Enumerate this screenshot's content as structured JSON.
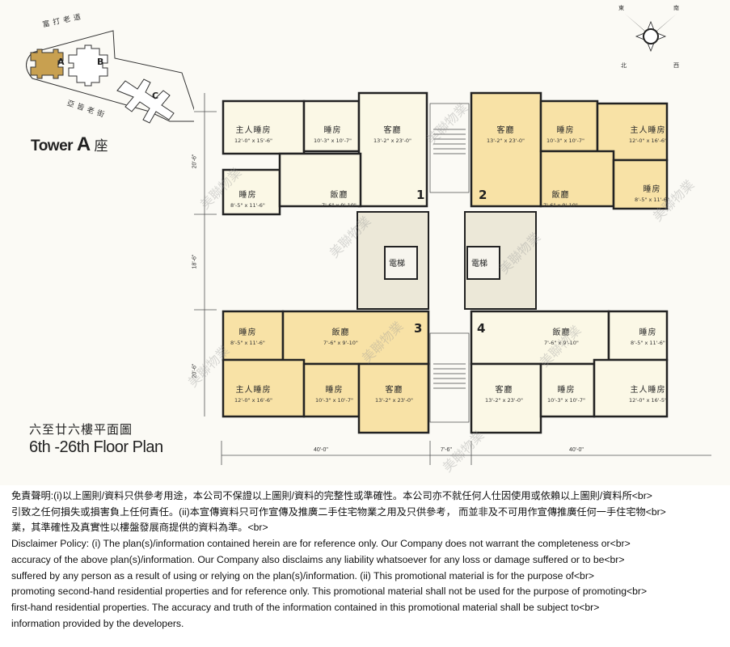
{
  "key_plan": {
    "street_top": "富打老道",
    "street_bottom": "亞皆老街",
    "towers": [
      "A",
      "B",
      "C"
    ],
    "highlighted_tower": "A"
  },
  "tower_label": {
    "prefix": "Tower",
    "letter": "A",
    "suffix": "座"
  },
  "compass": {
    "labels": [
      "東",
      "南",
      "西",
      "北"
    ]
  },
  "units": [
    {
      "number": "1",
      "rooms": [
        {
          "name": "主人睡房",
          "dim": "12'-0\" x 15'-6\""
        },
        {
          "name": "睡房",
          "dim": "10'-3\" x 10'-7\""
        },
        {
          "name": "客廳",
          "dim": "13'-2\" x 23'-0\""
        },
        {
          "name": "睡房",
          "dim": "8'-5\" x 11'-6\""
        },
        {
          "name": "飯廳",
          "dim": "7'-6\" x 9'-10\""
        }
      ]
    },
    {
      "number": "2",
      "rooms": [
        {
          "name": "客廳",
          "dim": "13'-2\" x 23'-0\""
        },
        {
          "name": "睡房",
          "dim": "10'-3\" x 10'-7\""
        },
        {
          "name": "主人睡房",
          "dim": "12'-0\" x 16'-6\""
        },
        {
          "name": "飯廳",
          "dim": "7'-6\" x 9'-10\""
        },
        {
          "name": "睡房",
          "dim": "8'-5\" x 11'-6\""
        }
      ]
    },
    {
      "number": "3",
      "rooms": [
        {
          "name": "睡房",
          "dim": "8'-5\" x 11'-6\""
        },
        {
          "name": "飯廳",
          "dim": "7'-6\" x 9'-10\""
        },
        {
          "name": "主人睡房",
          "dim": "12'-0\" x 16'-6\""
        },
        {
          "name": "睡房",
          "dim": "10'-3\" x 10'-7\""
        },
        {
          "name": "客廳",
          "dim": "13'-2\" x 23'-0\""
        }
      ]
    },
    {
      "number": "4",
      "rooms": [
        {
          "name": "飯廳",
          "dim": "7'-6\" x 9'-10\""
        },
        {
          "name": "睡房",
          "dim": "8'-5\" x 11'-6\""
        },
        {
          "name": "客廳",
          "dim": "13'-2\" x 23'-0\""
        },
        {
          "name": "睡房",
          "dim": "10'-3\" x 10'-7\""
        },
        {
          "name": "主人睡房",
          "dim": "12'-0\" x 16'-5\""
        }
      ]
    }
  ],
  "core": {
    "lift_left": "電梯",
    "lift_right": "電梯"
  },
  "dimensions": {
    "vertical": [
      "20'-6\"",
      "18'-6\"",
      "20'-6\""
    ],
    "horizontal": [
      "40'-0\"",
      "7'-6\"",
      "40'-0\""
    ]
  },
  "title": {
    "zh": "六至廿六樓平面圖",
    "en": "6th -26th Floor Plan"
  },
  "watermark": "美聯物業",
  "colors": {
    "highlight_unit": "#f8e2a6",
    "plain_unit": "#fbf8e6",
    "wall": "#222222",
    "background": "#fbfaf5",
    "tower_a": "#c8a050"
  },
  "disclaimer": {
    "zh_lines": [
      "免責聲明:(i)以上圖則/資料只供參考用途，本公司不保證以上圖則/資料的完整性或準確性。本公司亦不就任何人仕因使用或依賴以上圖則/資料所<br>",
      "引致之任何損失或損害負上任何責任。(ii)本宣傳資料只可作宣傳及推廣二手住宅物業之用及只供參考， 而並非及不可用作宣傳推廣任何一手住宅物<br>",
      "業，其準確性及真實性以樓盤發展商提供的資料為準。<br>"
    ],
    "en_lines": [
      "Disclaimer Policy: (i) The plan(s)/information contained herein are for reference only. Our Company does not warrant the completeness or<br>",
      "accuracy of the above plan(s)/information. Our Company also disclaims any liability whatsoever for any loss or damage suffered or to be<br>",
      "suffered by any person as a result of using or relying on the plan(s)/information. (ii) This promotional material is for the purpose of<br>",
      "promoting second-hand residential properties and for reference only. This promotional material shall not be used for the purpose of promoting<br>",
      "first-hand residential properties. The accuracy and truth of the information contained in this promotional material shall be subject to<br>",
      "information provided by the developers."
    ]
  }
}
